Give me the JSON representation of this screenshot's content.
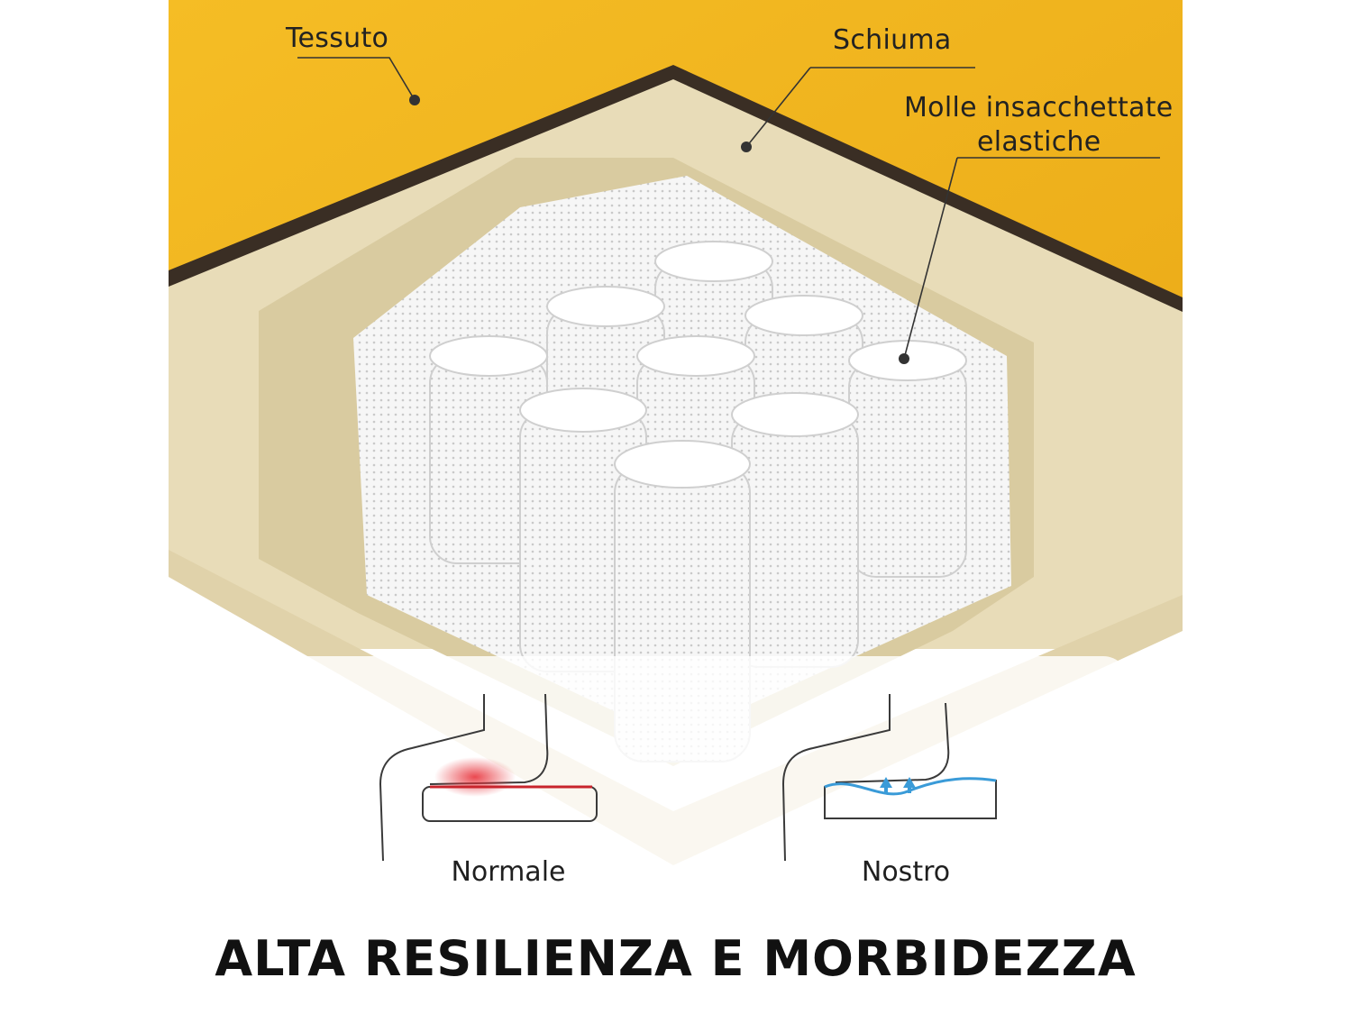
{
  "callouts": {
    "fabric": "Tessuto",
    "foam": "Schiuma",
    "springs_line1": "Molle insacchettate",
    "springs_line2": "elastiche"
  },
  "comparison": {
    "normal_label": "Normale",
    "ours_label": "Nostro"
  },
  "headline": "ALTA RESILIENZA E MORBIDEZZA",
  "colors": {
    "fabric_yellow": "#f2b51e",
    "foam_beige": "#e8dcb8",
    "spring_white": "#f4f4f4",
    "pressure_red": "#e8343c",
    "support_blue": "#3a9bd8"
  },
  "icons": [
    "pressure-point-icon",
    "support-arrows-icon"
  ]
}
